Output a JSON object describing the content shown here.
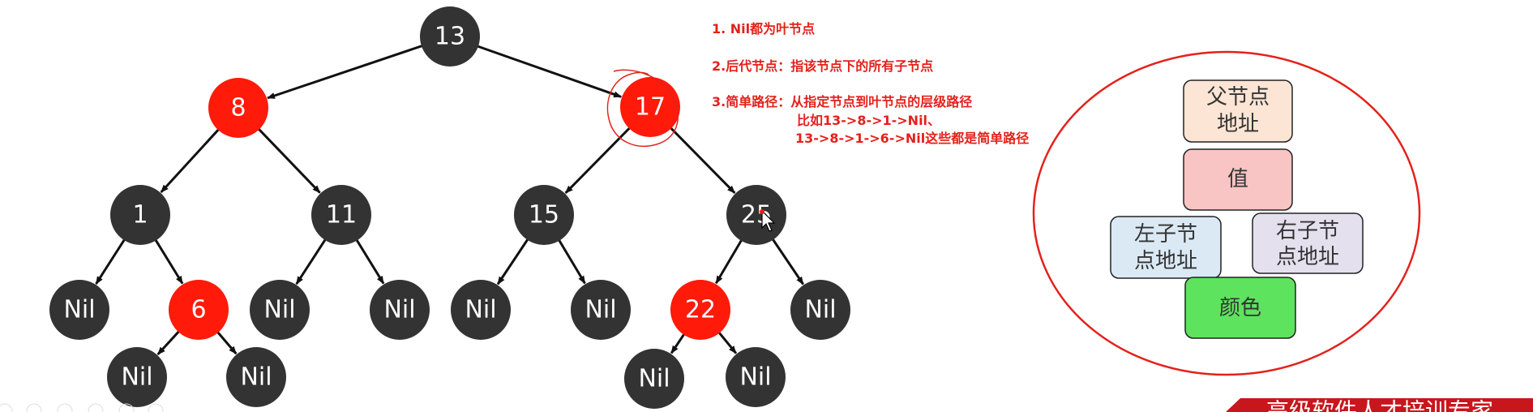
{
  "tree": {
    "nodes": [
      {
        "id": "n13",
        "label": "13",
        "color": "black"
      },
      {
        "id": "n8",
        "label": "8",
        "color": "red"
      },
      {
        "id": "n17",
        "label": "17",
        "color": "red"
      },
      {
        "id": "n1",
        "label": "1",
        "color": "black"
      },
      {
        "id": "n11",
        "label": "11",
        "color": "black"
      },
      {
        "id": "n15",
        "label": "15",
        "color": "black"
      },
      {
        "id": "n25",
        "label": "25",
        "color": "black"
      },
      {
        "id": "nil1",
        "label": "Nil",
        "color": "black"
      },
      {
        "id": "n6",
        "label": "6",
        "color": "red"
      },
      {
        "id": "nil2",
        "label": "Nil",
        "color": "black"
      },
      {
        "id": "nil3",
        "label": "Nil",
        "color": "black"
      },
      {
        "id": "nil4",
        "label": "Nil",
        "color": "black"
      },
      {
        "id": "nil5",
        "label": "Nil",
        "color": "black"
      },
      {
        "id": "n22",
        "label": "22",
        "color": "red"
      },
      {
        "id": "nil6",
        "label": "Nil",
        "color": "black"
      },
      {
        "id": "nil7",
        "label": "Nil",
        "color": "black"
      },
      {
        "id": "nil8",
        "label": "Nil",
        "color": "black"
      },
      {
        "id": "nil9",
        "label": "Nil",
        "color": "black"
      },
      {
        "id": "nil10",
        "label": "Nil",
        "color": "black"
      }
    ],
    "edges": [
      [
        "n13",
        "n8"
      ],
      [
        "n13",
        "n17"
      ],
      [
        "n8",
        "n1"
      ],
      [
        "n8",
        "n11"
      ],
      [
        "n17",
        "n15"
      ],
      [
        "n17",
        "n25"
      ],
      [
        "n1",
        "nil1"
      ],
      [
        "n1",
        "n6"
      ],
      [
        "n11",
        "nil2"
      ],
      [
        "n11",
        "nil3"
      ],
      [
        "n15",
        "nil4"
      ],
      [
        "n15",
        "nil5"
      ],
      [
        "n25",
        "n22"
      ],
      [
        "n25",
        "nil6"
      ],
      [
        "n6",
        "nil7"
      ],
      [
        "n6",
        "nil8"
      ],
      [
        "n22",
        "nil9"
      ],
      [
        "n22",
        "nil10"
      ]
    ]
  },
  "notes": [
    "1. Nil都为叶节点",
    "2.后代节点：指该节点下的所有子节点",
    "3.简单路径：从指定节点到叶节点的层级路径",
    "比如13->8->1->Nil、",
    "13->8->1->6->Nil这些都是简单路径"
  ],
  "node_structure": {
    "fields": [
      {
        "id": "parent",
        "lines": [
          "父节点",
          "地址"
        ],
        "color": "#fce5d4"
      },
      {
        "id": "value",
        "lines": [
          "值"
        ],
        "color": "#f8c4c4"
      },
      {
        "id": "left",
        "lines": [
          "左子节",
          "点地址"
        ],
        "color": "#dbe9f5"
      },
      {
        "id": "right",
        "lines": [
          "右子节",
          "点地址"
        ],
        "color": "#e4e0ee"
      },
      {
        "id": "color",
        "lines": [
          "颜色"
        ],
        "color": "#5ee35e"
      }
    ]
  },
  "banner": {
    "text": "高级软件人才培训专家"
  },
  "colors": {
    "black_node": "#333333",
    "red_node": "#ff1a0a",
    "annotation_red": "#e4211b",
    "edge": "#111111"
  }
}
